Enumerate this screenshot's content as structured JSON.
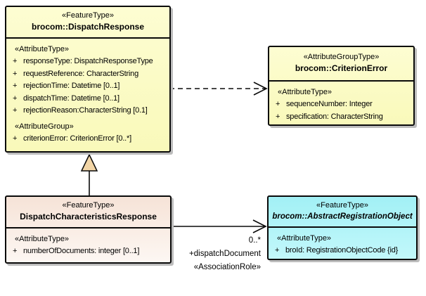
{
  "canvas": {
    "background": "#ffffff"
  },
  "colors": {
    "class_fill_yellow": "#FBFBC4",
    "class_fill_peach": "#F8E9DF",
    "class_fill_cyan": "#AAF2F6",
    "generalization_arrow_fill": "#F2D5A6",
    "border": "#0a0a0a",
    "shadow": "#bdbdbd"
  },
  "classes": {
    "dispatchResponse": {
      "stereotype": "«FeatureType»",
      "name": "brocom::DispatchResponse",
      "section1_label": "«AttributeType»",
      "attributes1": [
        {
          "v": "+",
          "t": "responseType: DispatchResponseType"
        },
        {
          "v": "+",
          "t": "requestReference: CharacterString"
        },
        {
          "v": "+",
          "t": "rejectionTime: Datetime [0..1]"
        },
        {
          "v": "+",
          "t": "dispatchTime: Datetime [0..1]"
        },
        {
          "v": "+",
          "t": "rejectionReason:CharacterString [0.1]"
        }
      ],
      "section2_label": "«AttributeGroup»",
      "attributes2": [
        {
          "v": "+",
          "t": "criterionError: CriterionError [0..*]"
        }
      ]
    },
    "criterionError": {
      "stereotype": "«AttributeGroupType»",
      "name": "brocom::CriterionError",
      "section1_label": "«AttributeType»",
      "attributes1": [
        {
          "v": "+",
          "t": "sequenceNumber: Integer"
        },
        {
          "v": "+",
          "t": "specification: CharacterString"
        }
      ]
    },
    "dispatchCharacteristicsResponse": {
      "stereotype": "«FeatureType»",
      "name": "DispatchCharacteristicsResponse",
      "section1_label": "«AttributeType»",
      "attributes1": [
        {
          "v": "+",
          "t": "numberOfDocuments: integer [0..1]"
        }
      ]
    },
    "abstractRegistrationObject": {
      "stereotype": "«FeatureType»",
      "name": "brocom::AbstractRegistrationObject",
      "section1_label": "«AttributeType»",
      "attributes1": [
        {
          "v": "+",
          "t": "broId: RegistrationObjectCode {id}"
        }
      ]
    }
  },
  "association": {
    "multiplicity": "0..*",
    "role": "+dispatchDocument",
    "stereotype": "«AssociationRole»"
  }
}
